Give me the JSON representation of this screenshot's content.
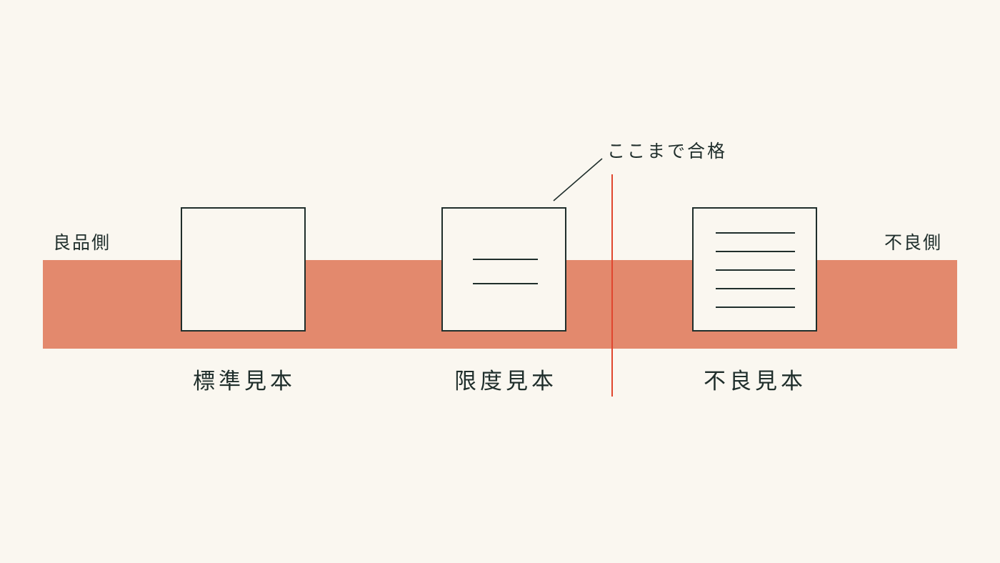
{
  "colors": {
    "background": "#faf7f0",
    "band": "#e3896d",
    "threshold": "#e0462e",
    "ink": "#1f2e2b"
  },
  "labels": {
    "good_side": "良品側",
    "defect_side": "不良側",
    "pass_limit": "ここまで合格"
  },
  "samples": [
    {
      "label": "標準見本",
      "defect_lines": 0
    },
    {
      "label": "限度見本",
      "defect_lines": 2
    },
    {
      "label": "不良見本",
      "defect_lines": 5
    }
  ]
}
